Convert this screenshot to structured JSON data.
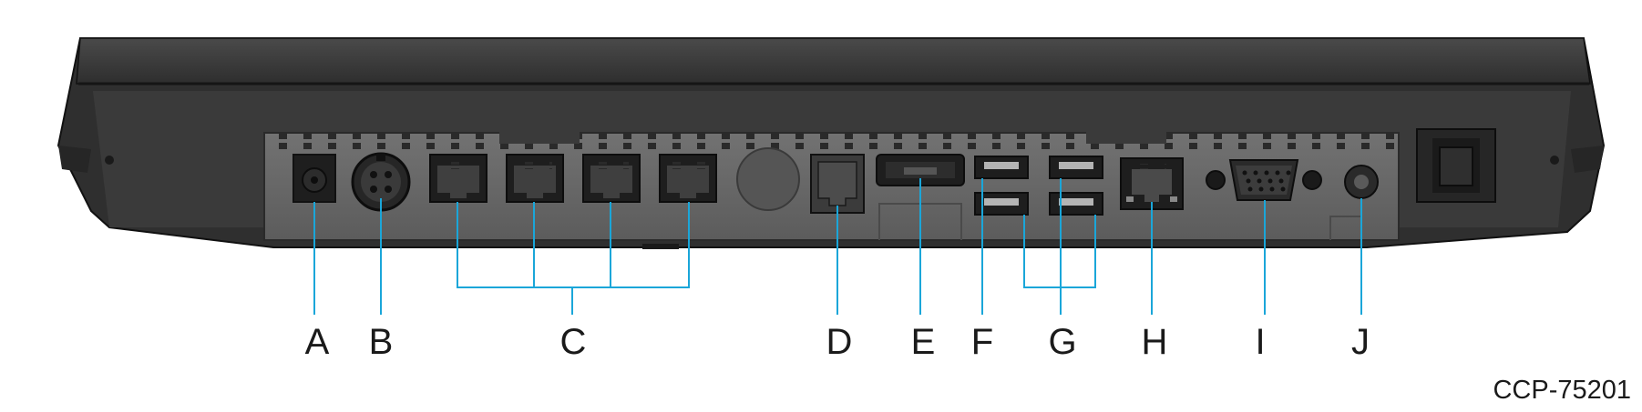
{
  "callouts": {
    "a": "A",
    "b": "B",
    "c": "C",
    "d": "D",
    "e": "E",
    "f": "F",
    "g": "G",
    "h": "H",
    "i": "I",
    "j": "J"
  },
  "figure_id": "CCP-75201",
  "colors": {
    "leader_line": "#1aa6d9",
    "housing": "#3a3a3a",
    "housing_dark": "#222222",
    "panel": "#6a6a6a",
    "port_dark": "#1e1e1e"
  }
}
